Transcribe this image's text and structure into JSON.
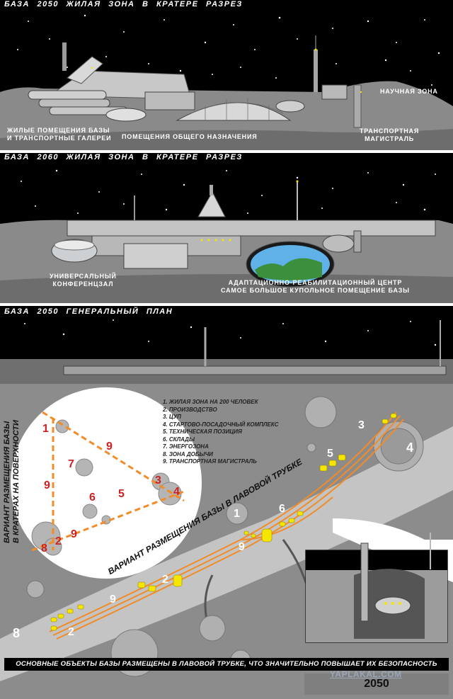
{
  "panel1": {
    "title": "БАЗА 2050    ЖИЛАЯ ЗОНА  В  КРАТЕРЕ    РАЗРЕЗ",
    "label_living_1": "ЖИЛЫЕ ПОМЕЩЕНИЯ БАЗЫ",
    "label_living_2": "И ТРАНСПОРТНЫЕ ГАЛЕРЕИ",
    "label_common": "ПОМЕЩЕНИЯ ОБЩЕГО НАЗНАЧЕНИЯ",
    "label_science": "НАУЧНАЯ ЗОНА",
    "label_transport_1": "ТРАНСПОРТНАЯ",
    "label_transport_2": "МАГИСТРАЛЬ"
  },
  "panel2": {
    "title": "БАЗА 2060    ЖИЛАЯ ЗОНА  В  КРАТЕРЕ    РАЗРЕЗ",
    "label_conf_1": "УНИВЕРСАЛЬНЫЙ",
    "label_conf_2": "КОНФЕРЕНЦЗАЛ",
    "label_rehab_1": "АДАПТАЦИОННО-РЕАБИЛИТАЦИОННЫЙ ЦЕНТР",
    "label_rehab_2": "САМОЕ БОЛЬШОЕ КУПОЛЬНОЕ ПОМЕЩЕНИЕ БАЗЫ"
  },
  "panel3": {
    "title": "БАЗА 2050    ГЕНЕРАЛЬНЫЙ  ПЛАН",
    "legend": [
      "1. ЖИЛАЯ ЗОНА НА 200 ЧЕЛОВЕК",
      "2. ПРОИЗВОДСТВО",
      "3. ЦУП",
      "4. СТАРТОВО-ПОСАДОЧНЫЙ КОМПЛЕКС",
      "5. ТЕХНИЧЕСКАЯ ПОЗИЦИЯ",
      "6. СКЛАДЫ",
      "7. ЭНЕРГОЗОНА",
      "8. ЗОНА ДОБЫЧИ",
      "9. ТРАНСПОРТНАЯ МАГИСТРАЛЬ"
    ],
    "crater_variant_1": "ВАРИАНТ РАЗМЕЩЕНИЯ БАЗЫ",
    "crater_variant_2": "В КРАТЕРАХ НА ПОВЕРХНОСТИ",
    "lava_variant": "ВАРИАНТ РАЗМЕЩЕНИЯ БАЗЫ В ЛАВОВОЙ ТРУБКЕ",
    "crater_numbers": {
      "n1": "1",
      "n9a": "9",
      "n7": "7",
      "n9b": "9",
      "n6": "6",
      "n5": "5",
      "n3": "3",
      "n4": "4",
      "n8": "8",
      "n2": "2",
      "n9c": "9"
    },
    "tube_numbers": {
      "n3": "3",
      "n4": "4",
      "n5": "5",
      "n1": "1",
      "n6": "6",
      "n9a": "9",
      "n2": "2",
      "n9b": "9",
      "n2b": "2",
      "n8": "8"
    },
    "banner": "ОСНОВНЫЕ ОБЪЕКТЫ  БАЗЫ РАЗМЕЩЕНЫ В ЛАВОВОЙ ТРУБКЕ, ЧТО ЗНАЧИТЕЛЬНО ПОВЫШАЕТ ИХ БЕЗОПАСНОСТЬ",
    "year": "2050",
    "watermark": "YAPLAKAL.COM"
  },
  "colors": {
    "sky": "#000000",
    "ground": "#8c8c8c",
    "tube_route": "#f28c28",
    "module_yellow": "#f5e600",
    "crater_number_red": "#cc2222"
  }
}
